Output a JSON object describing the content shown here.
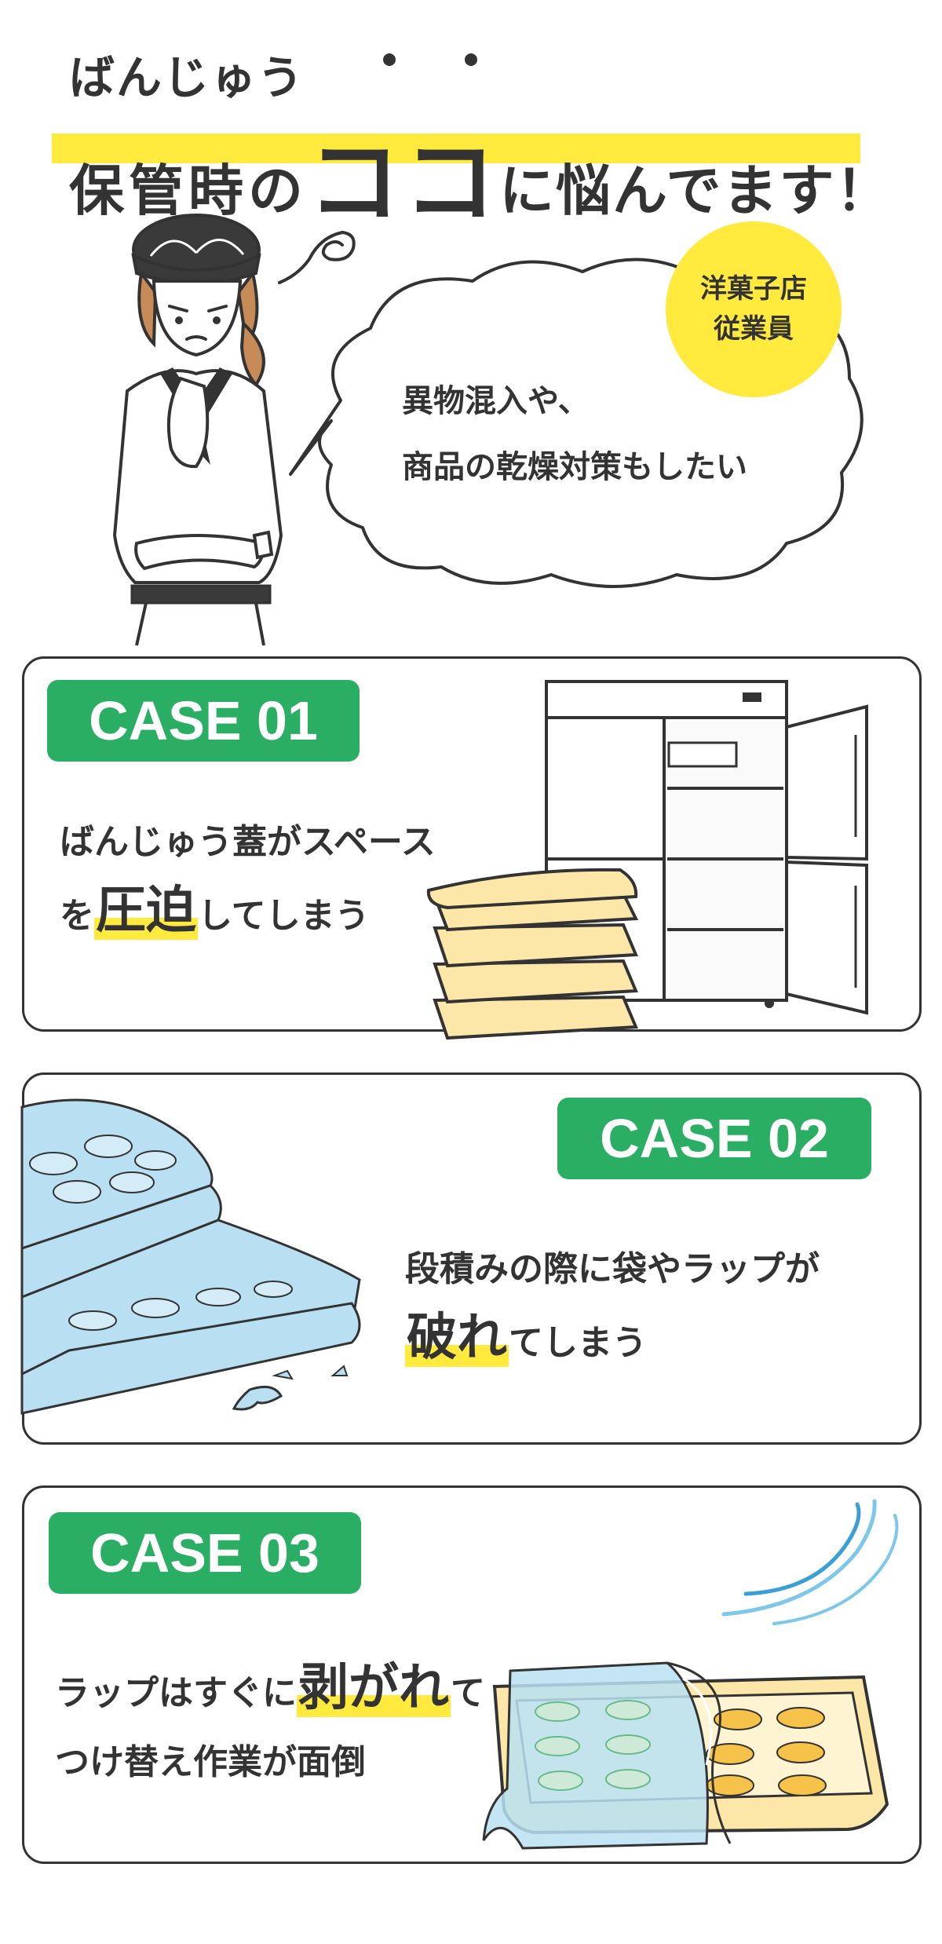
{
  "header": {
    "line1": "ばんじゅう",
    "line2_pre": "保管時の",
    "line2_emph": "ココ",
    "line2_post": "に悩んでます！"
  },
  "speech": {
    "badge_line1": "洋菓子店",
    "badge_line2": "従業員",
    "line1": "異物混入や、",
    "line2": "商品の乾燥対策もしたい"
  },
  "cases": [
    {
      "label": "CASE 01",
      "line1": "ばんじゅう蓋がスペース",
      "line2_pre": "を",
      "line2_emph": "圧迫",
      "line2_post": "してしまう"
    },
    {
      "label": "CASE 02",
      "line1": "段積みの際に袋やラップが",
      "line2_emph": "破れ",
      "line2_post": "てしまう"
    },
    {
      "label": "CASE 03",
      "line1_pre": "ラップはすぐに",
      "line1_emph": "剥がれ",
      "line1_post": "て",
      "line2": "つけ替え作業が面倒"
    }
  ],
  "colors": {
    "accent_green": "#2AAE63",
    "highlight_yellow": "#FFEA3D",
    "text": "#333333",
    "tray_yellow": "#FCE7A8",
    "wrap_blue": "#B9E0F2"
  },
  "icons": [
    "worried-chef-illustration",
    "dizzy-swirl-icon",
    "refrigerator-illustration",
    "stacked-trays-illustration",
    "torn-wrap-trays-illustration",
    "wind-swirl-icon",
    "peeling-wrap-tray-illustration"
  ]
}
